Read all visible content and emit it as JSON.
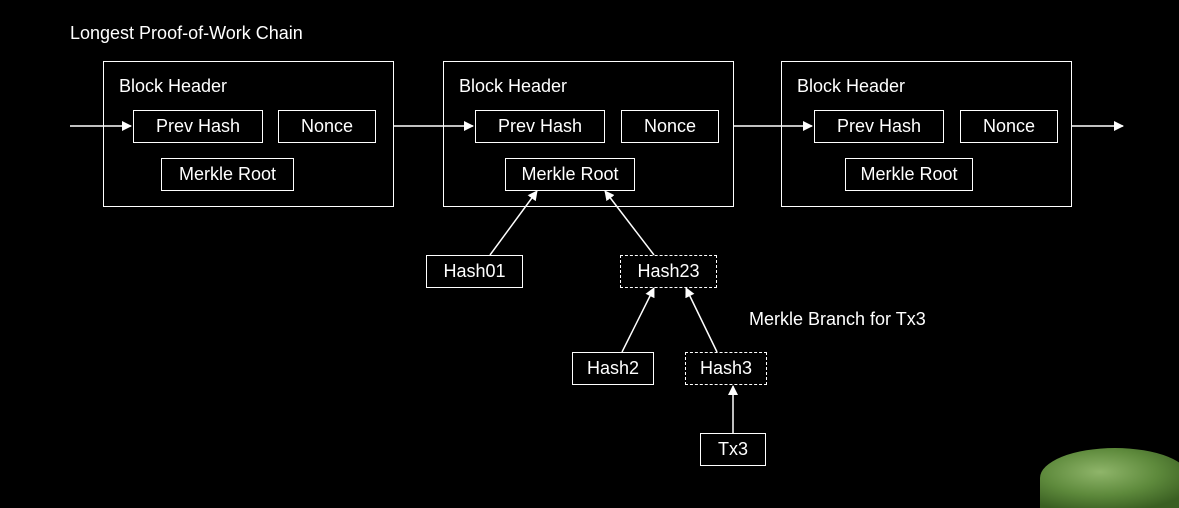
{
  "title": "Longest Proof-of-Work Chain",
  "blocks": [
    {
      "header_label": "Block Header",
      "prev_hash": "Prev Hash",
      "nonce": "Nonce",
      "merkle_root": "Merkle Root"
    },
    {
      "header_label": "Block Header",
      "prev_hash": "Prev Hash",
      "nonce": "Nonce",
      "merkle_root": "Merkle Root"
    },
    {
      "header_label": "Block Header",
      "prev_hash": "Prev Hash",
      "nonce": "Nonce",
      "merkle_root": "Merkle Root"
    }
  ],
  "tree": {
    "hash01": "Hash01",
    "hash23": "Hash23",
    "hash2": "Hash2",
    "hash3": "Hash3",
    "tx3": "Tx3",
    "branch_label": "Merkle Branch for Tx3"
  },
  "colors": {
    "background": "#000000",
    "foreground": "#ffffff",
    "foliage": "#5e8a3c"
  }
}
